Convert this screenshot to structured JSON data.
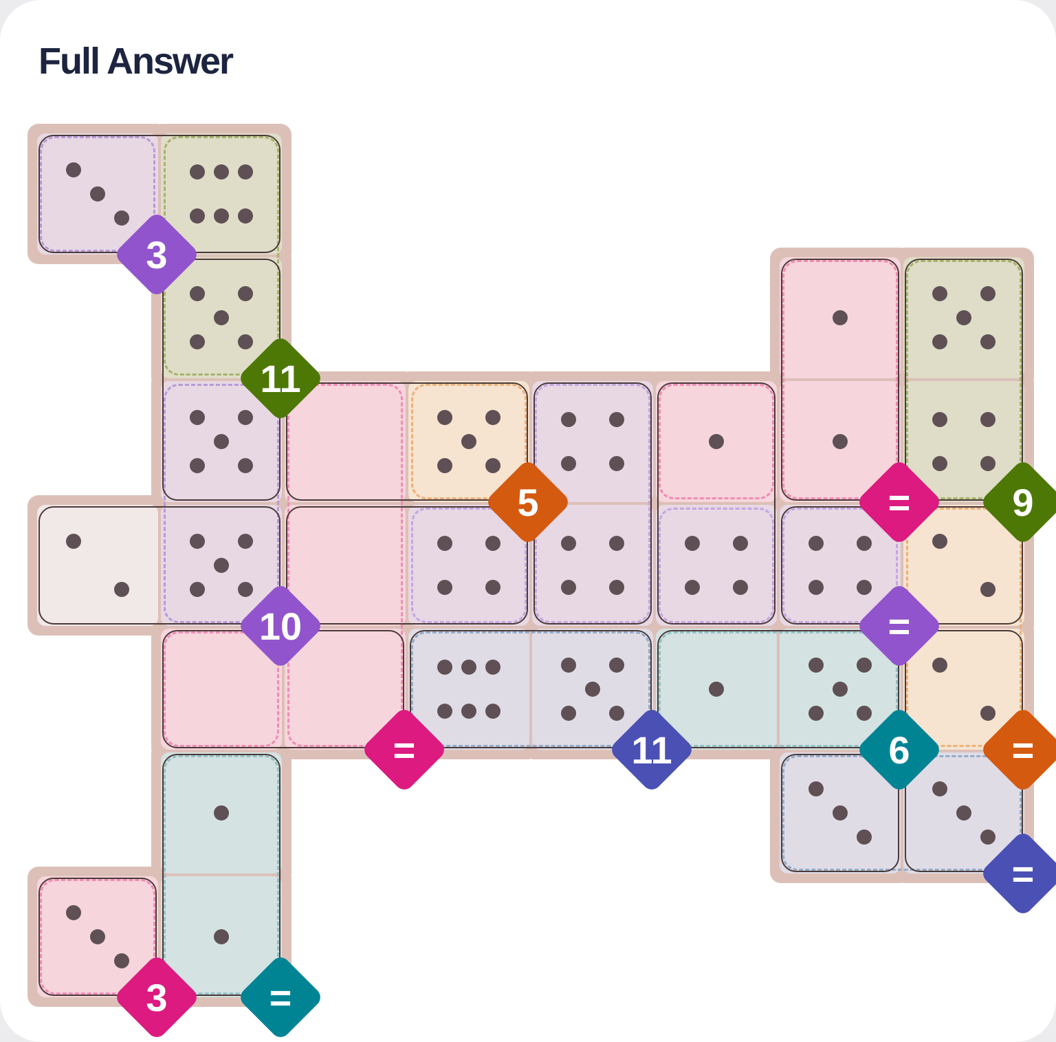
{
  "title": "Full Answer",
  "colors": {
    "pink": "#f6d5dc",
    "olive": "#dfddc8",
    "purple": "#e7d8e4",
    "orange": "#f6e4d0",
    "teal": "#d4e2e2",
    "lavender": "#e0dce6",
    "blank": "#f1e8e8",
    "board": "#dcc0b8"
  },
  "cells": [
    {
      "r": 0,
      "c": 0,
      "pips": 3,
      "color": "purple"
    },
    {
      "r": 0,
      "c": 1,
      "pips": 6,
      "color": "olive"
    },
    {
      "r": 1,
      "c": 1,
      "pips": 5,
      "color": "olive"
    },
    {
      "r": 1,
      "c": 6,
      "pips": 1,
      "color": "pink"
    },
    {
      "r": 1,
      "c": 7,
      "pips": 5,
      "color": "olive"
    },
    {
      "r": 2,
      "c": 1,
      "pips": 5,
      "color": "purple"
    },
    {
      "r": 2,
      "c": 2,
      "pips": 0,
      "color": "pink"
    },
    {
      "r": 2,
      "c": 3,
      "pips": 5,
      "color": "orange"
    },
    {
      "r": 2,
      "c": 4,
      "pips": 4,
      "color": "purple"
    },
    {
      "r": 2,
      "c": 5,
      "pips": 1,
      "color": "pink"
    },
    {
      "r": 2,
      "c": 6,
      "pips": 1,
      "color": "pink"
    },
    {
      "r": 2,
      "c": 7,
      "pips": 4,
      "color": "olive"
    },
    {
      "r": 3,
      "c": 0,
      "pips": 2,
      "color": "blank"
    },
    {
      "r": 3,
      "c": 1,
      "pips": 5,
      "color": "purple"
    },
    {
      "r": 3,
      "c": 2,
      "pips": 0,
      "color": "pink"
    },
    {
      "r": 3,
      "c": 3,
      "pips": 4,
      "color": "purple"
    },
    {
      "r": 3,
      "c": 4,
      "pips": 4,
      "color": "purple"
    },
    {
      "r": 3,
      "c": 5,
      "pips": 4,
      "color": "purple"
    },
    {
      "r": 3,
      "c": 6,
      "pips": 4,
      "color": "purple"
    },
    {
      "r": 3,
      "c": 7,
      "pips": 2,
      "color": "orange"
    },
    {
      "r": 4,
      "c": 1,
      "pips": 0,
      "color": "pink"
    },
    {
      "r": 4,
      "c": 2,
      "pips": 0,
      "color": "pink"
    },
    {
      "r": 4,
      "c": 3,
      "pips": 6,
      "color": "lavender"
    },
    {
      "r": 4,
      "c": 4,
      "pips": 5,
      "color": "lavender"
    },
    {
      "r": 4,
      "c": 5,
      "pips": 1,
      "color": "teal"
    },
    {
      "r": 4,
      "c": 6,
      "pips": 5,
      "color": "teal"
    },
    {
      "r": 4,
      "c": 7,
      "pips": 2,
      "color": "orange"
    },
    {
      "r": 5,
      "c": 1,
      "pips": 1,
      "color": "teal"
    },
    {
      "r": 5,
      "c": 6,
      "pips": 3,
      "color": "lavender"
    },
    {
      "r": 5,
      "c": 7,
      "pips": 3,
      "color": "lavender"
    },
    {
      "r": 6,
      "c": 0,
      "pips": 3,
      "color": "pink"
    },
    {
      "r": 6,
      "c": 1,
      "pips": 1,
      "color": "teal"
    }
  ],
  "dominoes": [
    [
      0,
      0,
      0,
      1
    ],
    [
      1,
      1,
      2,
      1
    ],
    [
      1,
      6,
      2,
      6
    ],
    [
      1,
      7,
      2,
      7
    ],
    [
      2,
      2,
      2,
      3
    ],
    [
      2,
      4,
      3,
      4
    ],
    [
      2,
      5,
      3,
      5
    ],
    [
      3,
      0,
      3,
      1
    ],
    [
      3,
      2,
      3,
      3
    ],
    [
      3,
      6,
      3,
      7
    ],
    [
      4,
      1,
      4,
      2
    ],
    [
      4,
      3,
      4,
      4
    ],
    [
      4,
      5,
      4,
      6
    ],
    [
      4,
      7,
      5,
      7
    ],
    [
      5,
      1,
      6,
      1
    ],
    [
      6,
      0,
      6,
      0
    ],
    [
      5,
      6,
      5,
      6
    ]
  ],
  "regions": [
    {
      "cells": [
        [
          0,
          0
        ]
      ],
      "color": "#b89ad8"
    },
    {
      "cells": [
        [
          0,
          1
        ],
        [
          1,
          1
        ]
      ],
      "color": "#a6b46a"
    },
    {
      "cells": [
        [
          2,
          1
        ],
        [
          3,
          1
        ]
      ],
      "color": "#b89ad8"
    },
    {
      "cells": [
        [
          2,
          2
        ],
        [
          3,
          2
        ],
        [
          4,
          2
        ]
      ],
      "color": "#f08cb4"
    },
    {
      "cells": [
        [
          2,
          3
        ]
      ],
      "color": "#eeb078"
    },
    {
      "cells": [
        [
          2,
          4
        ],
        [
          3,
          4
        ]
      ],
      "color": "#c4a6e0"
    },
    {
      "cells": [
        [
          2,
          5
        ]
      ],
      "color": "#f08cb4"
    },
    {
      "cells": [
        [
          1,
          6
        ],
        [
          2,
          6
        ]
      ],
      "color": "#f08cb4"
    },
    {
      "cells": [
        [
          1,
          7
        ],
        [
          2,
          7
        ]
      ],
      "color": "#a6b46a"
    },
    {
      "cells": [
        [
          3,
          3
        ]
      ],
      "color": "#c4a6e0"
    },
    {
      "cells": [
        [
          3,
          5
        ]
      ],
      "color": "#c4a6e0"
    },
    {
      "cells": [
        [
          3,
          6
        ]
      ],
      "color": "#c4a6e0"
    },
    {
      "cells": [
        [
          3,
          7
        ],
        [
          4,
          7
        ]
      ],
      "color": "#eeb078"
    },
    {
      "cells": [
        [
          4,
          1
        ]
      ],
      "color": "#f08cb4"
    },
    {
      "cells": [
        [
          4,
          3
        ],
        [
          4,
          4
        ]
      ],
      "color": "#94acc8"
    },
    {
      "cells": [
        [
          4,
          5
        ],
        [
          4,
          6
        ]
      ],
      "color": "#94c0c6"
    },
    {
      "cells": [
        [
          5,
          6
        ],
        [
          5,
          7
        ]
      ],
      "color": "#94acc8"
    },
    {
      "cells": [
        [
          5,
          1
        ],
        [
          6,
          1
        ]
      ],
      "color": "#94c0c6"
    },
    {
      "cells": [
        [
          6,
          0
        ]
      ],
      "color": "#f08cb4"
    }
  ],
  "badges": [
    {
      "label": "3",
      "r": 0,
      "c": 0,
      "color": "#9254cc",
      "name": "badge-sum-3-top"
    },
    {
      "label": "11",
      "r": 1,
      "c": 1,
      "color": "#4e7806",
      "name": "badge-sum-11-olive"
    },
    {
      "label": "5",
      "r": 2,
      "c": 3,
      "color": "#d45a10",
      "name": "badge-sum-5"
    },
    {
      "label": "=",
      "r": 2,
      "c": 6,
      "color": "#dc1a80",
      "name": "badge-equal-pink-right"
    },
    {
      "label": "9",
      "r": 2,
      "c": 7,
      "color": "#4e7806",
      "name": "badge-sum-9"
    },
    {
      "label": "10",
      "r": 3,
      "c": 1,
      "color": "#9254cc",
      "name": "badge-sum-10"
    },
    {
      "label": "=",
      "r": 3,
      "c": 6,
      "color": "#9254cc",
      "name": "badge-equal-purple"
    },
    {
      "label": "=",
      "r": 4,
      "c": 2,
      "color": "#dc1a80",
      "name": "badge-equal-pink-middle"
    },
    {
      "label": "11",
      "r": 4,
      "c": 4,
      "color": "#4a50b4",
      "name": "badge-sum-11-blue"
    },
    {
      "label": "6",
      "r": 4,
      "c": 6,
      "color": "#008494",
      "name": "badge-sum-6"
    },
    {
      "label": "=",
      "r": 4,
      "c": 7,
      "color": "#d45a10",
      "name": "badge-equal-orange"
    },
    {
      "label": "=",
      "r": 5,
      "c": 7,
      "color": "#4a50b4",
      "name": "badge-equal-blue"
    },
    {
      "label": "3",
      "r": 6,
      "c": 0,
      "color": "#dc1a80",
      "name": "badge-sum-3-bottom"
    },
    {
      "label": "=",
      "r": 6,
      "c": 1,
      "color": "#008494",
      "name": "badge-equal-teal"
    }
  ]
}
